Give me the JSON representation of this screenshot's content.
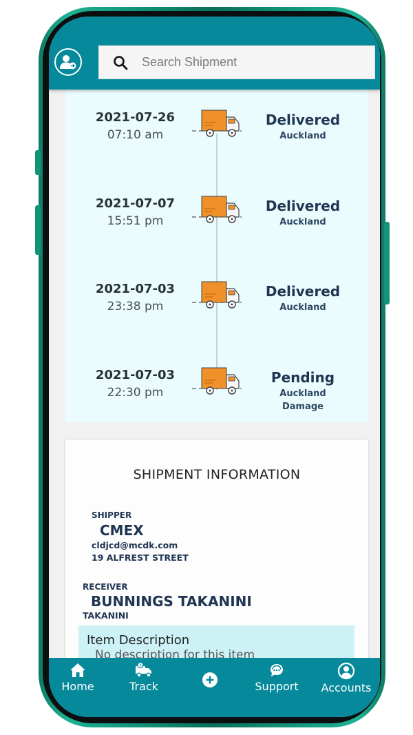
{
  "header": {
    "search_placeholder": "Search Shipment"
  },
  "timeline": [
    {
      "date": "2021-07-26",
      "time": "07:10 am",
      "status": "Delivered",
      "location": "Auckland",
      "extra": ""
    },
    {
      "date": "2021-07-07",
      "time": "15:51 pm",
      "status": "Delivered",
      "location": "Auckland",
      "extra": ""
    },
    {
      "date": "2021-07-03",
      "time": "23:38 pm",
      "status": "Delivered",
      "location": "Auckland",
      "extra": ""
    },
    {
      "date": "2021-07-03",
      "time": "22:30 pm",
      "status": "Pending",
      "location": "Auckland",
      "extra": "Damage"
    }
  ],
  "shipment_info": {
    "title": "SHIPMENT INFORMATION",
    "shipper_label": "SHIPPER",
    "shipper_name": "CMEX",
    "shipper_email": "cldjcd@mcdk.com",
    "shipper_address": "19 ALFREST STREET",
    "receiver_label": "RECEIVER",
    "receiver_name": "BUNNINGS TAKANINI",
    "receiver_address": "TAKANINI",
    "item_title": "Item Description",
    "item_desc": "No description for this item"
  },
  "nav": {
    "home": "Home",
    "track": "Track",
    "support": "Support",
    "accounts": "Accounts"
  },
  "colors": {
    "brand_teal": "#06899b",
    "timeline_bg": "#eafcfd",
    "truck_orange": "#f0902a",
    "text_navy": "#1f3552",
    "item_bg": "#cdf2f6",
    "frame_green": "#1db393"
  },
  "icons": [
    "user-switch-icon",
    "search-icon",
    "delivery-truck-icon",
    "home-icon",
    "truck-track-icon",
    "add-circle-icon",
    "support-chat-icon",
    "account-circle-icon"
  ]
}
